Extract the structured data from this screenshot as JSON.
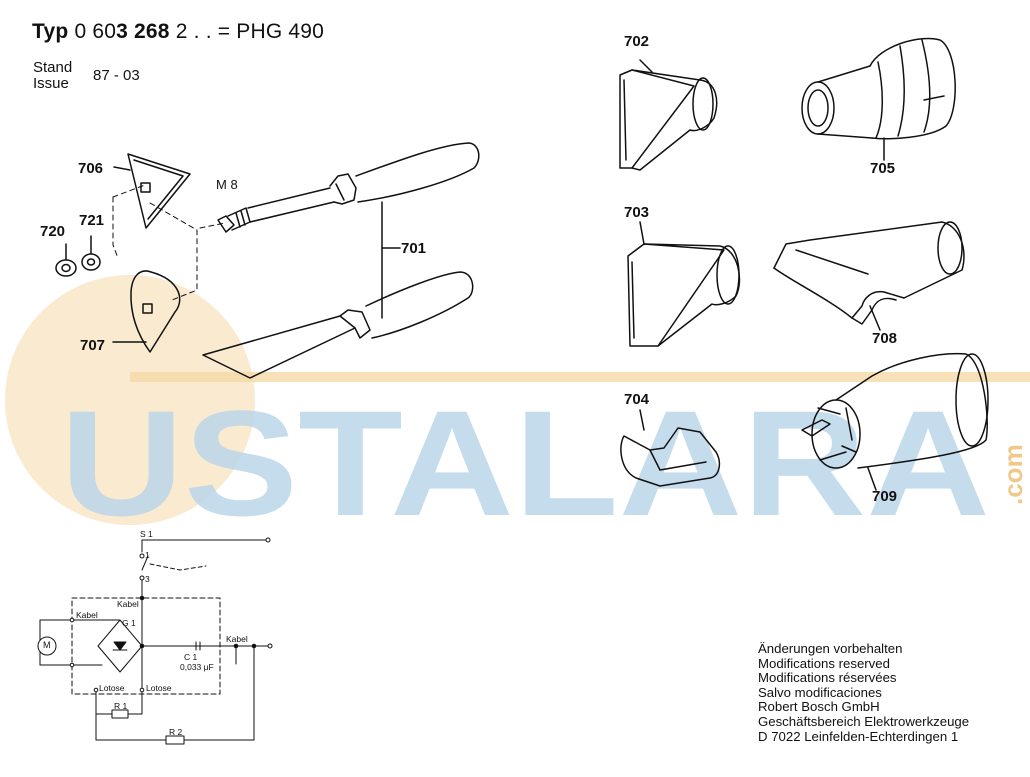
{
  "header": {
    "typ": "Typ",
    "number_light": "0 60",
    "number_bold": "3 268",
    "suffix": "2 . . = PHG 490",
    "stand": "Stand",
    "issue": "Issue",
    "date": "87 - 03"
  },
  "parts": [
    {
      "id": "701",
      "label": "701"
    },
    {
      "id": "702",
      "label": "702"
    },
    {
      "id": "703",
      "label": "703"
    },
    {
      "id": "704",
      "label": "704"
    },
    {
      "id": "705",
      "label": "705"
    },
    {
      "id": "706",
      "label": "706"
    },
    {
      "id": "707",
      "label": "707"
    },
    {
      "id": "708",
      "label": "708"
    },
    {
      "id": "709",
      "label": "709"
    },
    {
      "id": "720",
      "label": "720"
    },
    {
      "id": "721",
      "label": "721"
    }
  ],
  "thread_label": "M 8",
  "circuit": {
    "s1": "S 1",
    "pos1": "1",
    "pos3": "3",
    "kabel_top": "Kabel",
    "kabel_left": "Kabel",
    "kabel_right": "Kabel",
    "g1": "G 1",
    "motor": "M",
    "c1": "C 1",
    "c1_value": "0,033 μF",
    "lotose_left": "Lotose",
    "lotose_right": "Lotose",
    "r1": "R 1",
    "r2": "R 2"
  },
  "notes": {
    "line1": "Änderungen vorbehalten",
    "line2": "Modifications reserved",
    "line3": "Modifications réservées",
    "line4": "Salvo modificaciones",
    "company1": "Robert Bosch GmbH",
    "company2": "Geschäftsbereich Elektrowerkzeuge",
    "company3": "D 7022 Leinfelden-Echterdingen 1"
  },
  "watermark": {
    "text": "USTALARA",
    "suffix": ".com",
    "color_orange": "#f5d9a8",
    "color_blue": "#bcd6ea"
  }
}
